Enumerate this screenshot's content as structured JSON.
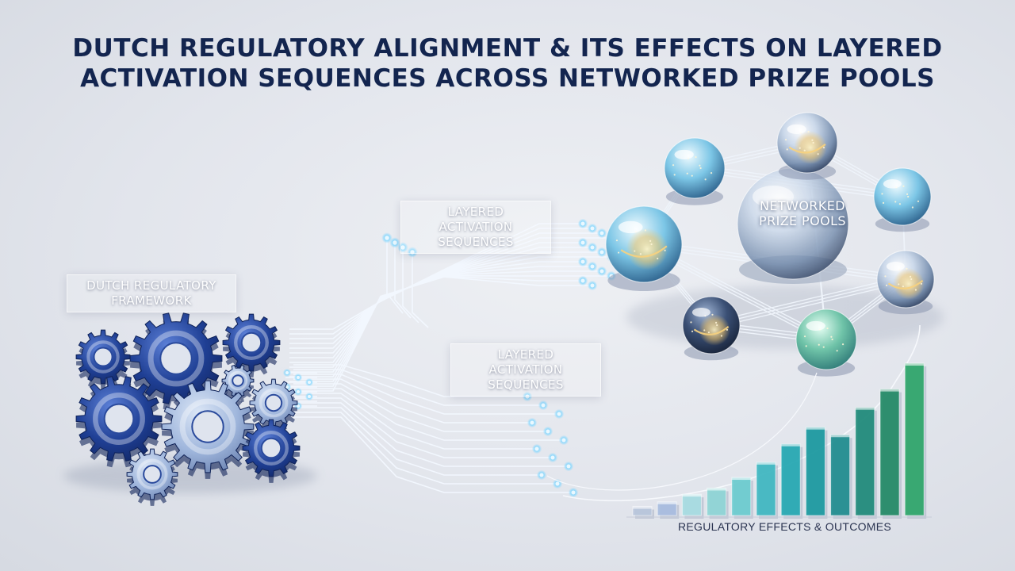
{
  "title": {
    "line1": "DUTCH REGULATORY ALIGNMENT & ITS EFFECTS ON LAYERED",
    "line2": "ACTIVATION SEQUENCES ACROSS NETWORKED PRIZE POOLS"
  },
  "labels": {
    "framework": {
      "line1": "DUTCH REGULATORY",
      "line2": "FRAMEWORK"
    },
    "activation_top": {
      "line1": "LAYERED ACTIVATION",
      "line2": "SEQUENCES"
    },
    "activation_mid": {
      "line1": "LAYERED ACTIVATION",
      "line2": "SEQUENCES"
    },
    "prize_pools": {
      "line1": "NETWORKED",
      "line2": "PRIZE POOLS"
    },
    "outcomes": "REGULATORY EFFECTS & OUTCOMES"
  },
  "outcome_bars": {
    "relative_heights": [
      0.06,
      0.09,
      0.14,
      0.18,
      0.25,
      0.35,
      0.47,
      0.58,
      0.53,
      0.71,
      0.83,
      1.0
    ],
    "colors": [
      "#b9c6dc",
      "#a9bde0",
      "#a7dde2",
      "#8fd6d6",
      "#6ccdd0",
      "#3fb8c2",
      "#25a9b3",
      "#1a9aa0",
      "#1f8d8f",
      "#1f8b7a",
      "#228a66",
      "#2ea66a"
    ]
  },
  "colors": {
    "title": "#13254f",
    "gear_dark": "#1f3f94",
    "gear_light": "#7f9ccc",
    "circuit": "#cfe6fb",
    "node": "#7fd6ff",
    "sphere_glow": "#f4c76a"
  }
}
